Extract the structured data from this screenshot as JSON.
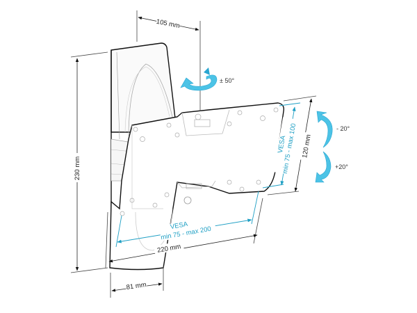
{
  "diagram": {
    "subject": "Tilting/swivel TV wall mount bracket",
    "colors": {
      "background": "#ffffff",
      "outline": "#111111",
      "thin_line": "#bdbdbd",
      "vesa_accent": "#1e9fc4",
      "rotation_arrow": "#4cc3e6",
      "rotation_arrow_dark": "#2aa6d1"
    },
    "dimensions": {
      "depth_top": "105 mm",
      "height": "230 mm",
      "width": "220 mm",
      "depth_bottom": "81 mm",
      "plate_height": "120 mm"
    },
    "vesa": {
      "horizontal_title": "VESA",
      "horizontal_range": "min 75 - max 200",
      "vertical_title": "VESA",
      "vertical_range": "min 75 - max 100"
    },
    "rotation": {
      "swivel": "± 50°",
      "tilt_up": "- 20°",
      "tilt_down": "+20°"
    }
  }
}
